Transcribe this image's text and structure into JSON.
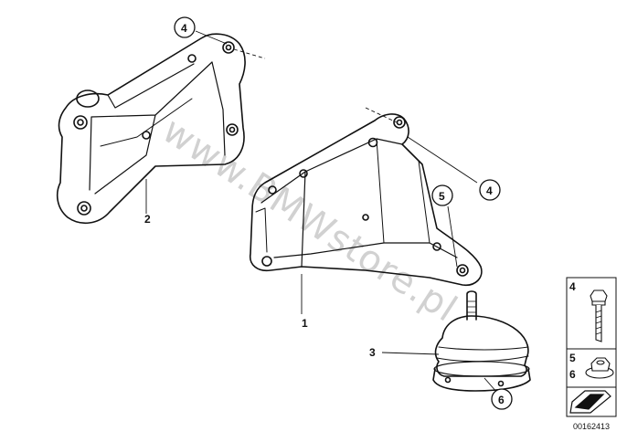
{
  "labels": {
    "part1": "1",
    "part2": "2",
    "part3": "3",
    "callout4a": "4",
    "callout4b": "4",
    "callout5": "5",
    "callout6": "6",
    "legend4": "4",
    "legend5": "5",
    "legend6": "6"
  },
  "watermark": "www.BMWstore.pl",
  "reference": "00162413",
  "icons": {
    "bolt": "bolt-icon",
    "nut": "flange-nut-icon",
    "arrow": "direction-arrow-icon"
  }
}
